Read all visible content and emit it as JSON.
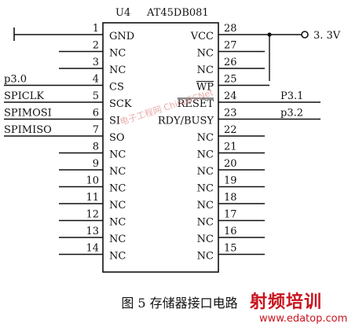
{
  "title": {
    "ref": "U4",
    "part": "AT45DB081"
  },
  "left_pins": [
    {
      "num": "1",
      "name": "GND",
      "signal": ""
    },
    {
      "num": "2",
      "name": "NC",
      "signal": ""
    },
    {
      "num": "3",
      "name": "NC",
      "signal": ""
    },
    {
      "num": "4",
      "name": "CS",
      "signal": "p3.0"
    },
    {
      "num": "5",
      "name": "SCK",
      "signal": "SPICLK"
    },
    {
      "num": "6",
      "name": "SI",
      "signal": "SPIMOSI"
    },
    {
      "num": "7",
      "name": "SO",
      "signal": "SPIMISO"
    },
    {
      "num": "8",
      "name": "NC",
      "signal": ""
    },
    {
      "num": "9",
      "name": "NC",
      "signal": ""
    },
    {
      "num": "10",
      "name": "NC",
      "signal": ""
    },
    {
      "num": "11",
      "name": "NC",
      "signal": ""
    },
    {
      "num": "12",
      "name": "NC",
      "signal": ""
    },
    {
      "num": "13",
      "name": "NC",
      "signal": ""
    },
    {
      "num": "14",
      "name": "NC",
      "signal": ""
    }
  ],
  "right_pins": [
    {
      "num": "28",
      "name": "VCC",
      "signal": "",
      "overline": false
    },
    {
      "num": "27",
      "name": "NC",
      "signal": "",
      "overline": false
    },
    {
      "num": "26",
      "name": "NC",
      "signal": "",
      "overline": false
    },
    {
      "num": "25",
      "name": "WP",
      "signal": "",
      "overline": true
    },
    {
      "num": "24",
      "name": "RESET",
      "signal": "P3.1",
      "overline": true
    },
    {
      "num": "23",
      "name": "RDY/BUSY",
      "signal": "p3.2",
      "overline": false
    },
    {
      "num": "22",
      "name": "NC",
      "signal": "",
      "overline": false
    },
    {
      "num": "21",
      "name": "NC",
      "signal": "",
      "overline": false
    },
    {
      "num": "20",
      "name": "NC",
      "signal": "",
      "overline": false
    },
    {
      "num": "19",
      "name": "NC",
      "signal": "",
      "overline": false
    },
    {
      "num": "18",
      "name": "NC",
      "signal": "",
      "overline": false
    },
    {
      "num": "17",
      "name": "NC",
      "signal": "",
      "overline": false
    },
    {
      "num": "16",
      "name": "NC",
      "signal": "",
      "overline": false
    },
    {
      "num": "15",
      "name": "NC",
      "signal": "",
      "overline": false
    }
  ],
  "supply_label": "3. 3V",
  "caption": "图 5  存储器接口电路",
  "watermark": {
    "brand": "电子工程网",
    "site": "ChinaECNet",
    "logo": "射频培训",
    "url": "www.edatop.com"
  }
}
